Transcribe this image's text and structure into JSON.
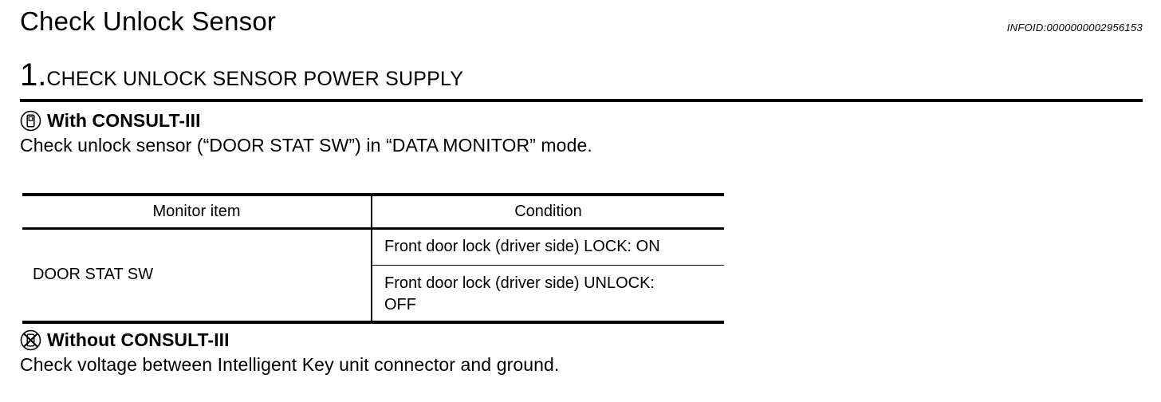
{
  "page": {
    "title": "Check Unlock Sensor",
    "infoid": "INFOID:0000000002956153"
  },
  "step": {
    "number": "1.",
    "title": "CHECK UNLOCK SENSOR POWER SUPPLY"
  },
  "with_consult": {
    "icon": "consult-tool-icon",
    "heading": "With CONSULT-III",
    "body": "Check unlock sensor (“DOOR STAT SW”) in “DATA MONITOR” mode."
  },
  "table": {
    "headers": [
      "Monitor item",
      "Condition"
    ],
    "rows": [
      {
        "monitor_item": "DOOR STAT SW",
        "conditions": [
          "Front door lock (driver side) LOCK: ON",
          "Front door lock (driver side) UNLOCK:\nOFF"
        ]
      }
    ]
  },
  "without_consult": {
    "icon": "consult-tool-crossed-icon",
    "heading": "Without CONSULT-III",
    "body": "Check voltage between Intelligent Key unit connector and ground."
  },
  "colors": {
    "text": "#000000",
    "background": "#ffffff"
  }
}
